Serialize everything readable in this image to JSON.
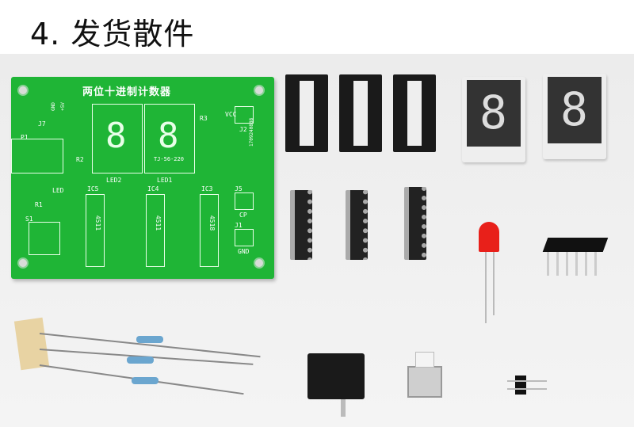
{
  "title": "4. 发货散件",
  "pcb": {
    "title": "两位十进制计数器",
    "labels": {
      "j7": "J7",
      "gnd_top": "GND",
      "v5": "+5V",
      "p1": "P1",
      "r2": "R2",
      "r3": "R3",
      "r1": "R1",
      "led": "LED",
      "s1": "S1",
      "led2": "LED2",
      "led1": "LED1",
      "model": "TJ-56-220",
      "vcc": "VCC",
      "j2": "J2",
      "j5": "J5",
      "cp": "CP",
      "j1": "J1",
      "gnd": "GND",
      "ic5": "IC5",
      "ic4": "IC4",
      "ic3": "IC3",
      "chip511a": "4511",
      "chip511b": "4511",
      "chip518": "4518",
      "serial": "1709240888"
    }
  },
  "colors": {
    "pcb": "#1fb536",
    "background": "#efefef"
  }
}
